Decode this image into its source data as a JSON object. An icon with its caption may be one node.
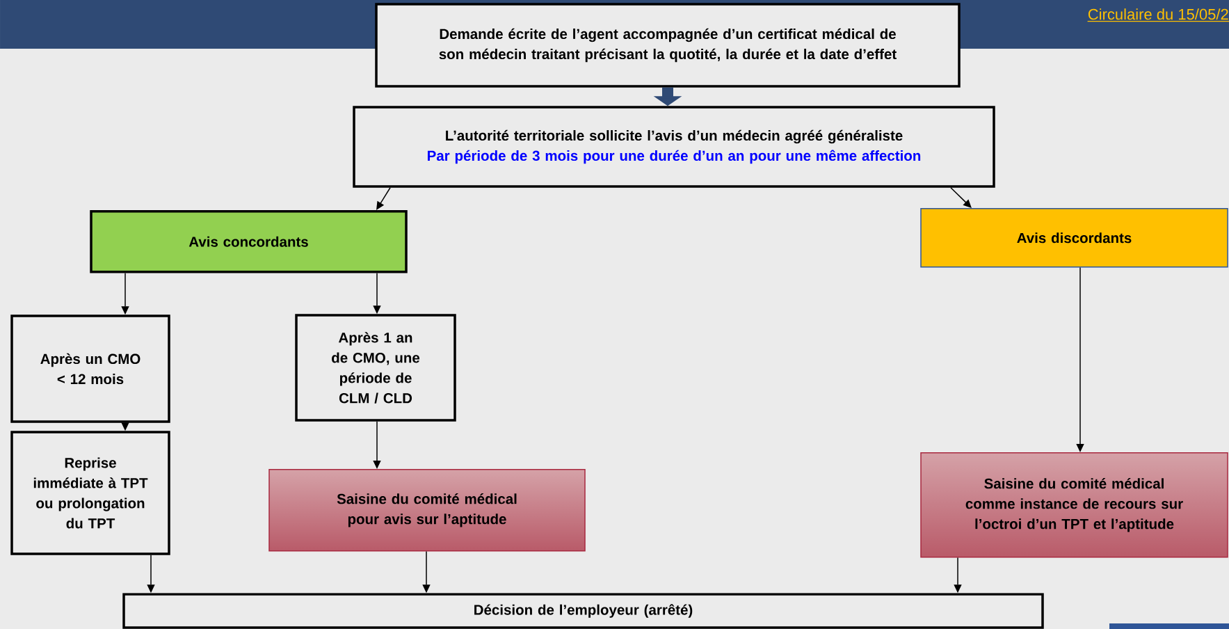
{
  "diagram": {
    "nodes": [
      {
        "text": [
          "Demande écrite de l’agent accompagnée d’un certificat médical de son médecin traitant précisant la quotité, la durée et la date d’effet"
        ]
      },
      {
        "text": [
          "L’autorité territoriale sollicite l’avis d’un médecin agréé généraliste",
          "Par période de 3 mois pour une durée d’un an pour une même affection"
        ]
      },
      {
        "text": [
          "Avis concordants"
        ]
      },
      {
        "text": [
          "Avis discordants"
        ]
      },
      {
        "text": [
          "Après un CMO < 12 mois"
        ]
      },
      {
        "text": [
          "Après 1 an de CMO, une période de CLM / CLD"
        ]
      },
      {
        "text": [
          "Reprise immédiate à TPT ou prolongation du TPT"
        ]
      },
      {
        "text": [
          "Saisine du comité médical pour avis sur l’aptitude"
        ]
      },
      {
        "text": [
          "Saisine du comité médical comme instance de recours sur l’octroi d’un TPT et l’aptitude"
        ]
      },
      {
        "text": [
          "Décision de l’employeur (arrêté)"
        ]
      }
    ],
    "edges": [
      {
        "from": 0,
        "to": 1,
        "arrow": "to",
        "style": "thick",
        "color": "#2f4a75"
      },
      {
        "from": 1,
        "to": 2,
        "arrow": "to"
      },
      {
        "from": 1,
        "to": 3,
        "arrow": "to"
      },
      {
        "from": 2,
        "to": 4,
        "arrow": "to"
      },
      {
        "from": 2,
        "to": 5,
        "arrow": "to"
      },
      {
        "from": 4,
        "to": 6,
        "arrow": "to"
      },
      {
        "from": 5,
        "to": 7,
        "arrow": "to"
      },
      {
        "from": 3,
        "to": 8,
        "arrow": "to"
      },
      {
        "from": 6,
        "to": 9,
        "arrow": "to"
      },
      {
        "from": 7,
        "to": 9,
        "arrow": "to"
      },
      {
        "from": 8,
        "to": 9,
        "arrow": "to"
      }
    ],
    "labels": [
      "Circulaire du 15/05/2"
    ]
  }
}
